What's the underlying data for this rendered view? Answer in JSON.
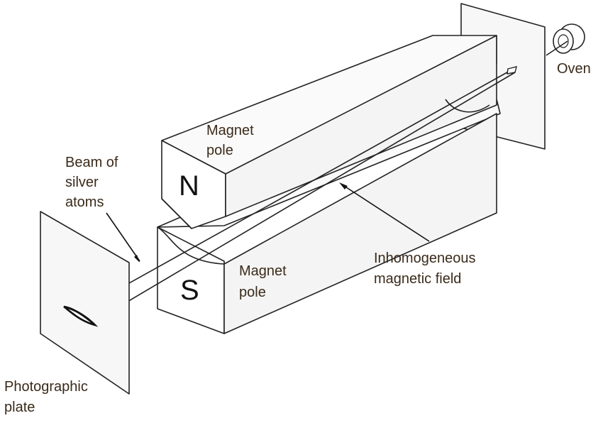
{
  "labels": {
    "north_pole_letter": "N",
    "south_pole_letter": "S",
    "top_magnet_line1": "Magnet",
    "top_magnet_line2": "pole",
    "bottom_magnet_line1": "Magnet",
    "bottom_magnet_line2": "pole",
    "beam_line1": "Beam of",
    "beam_line2": "silver",
    "beam_line3": "atoms",
    "field_line1": "Inhomogeneous",
    "field_line2": "magnetic field",
    "oven": "Oven",
    "plate_line1": "Photographic",
    "plate_line2": "plate"
  },
  "colors": {
    "outline": "#222222",
    "face_light": "#ffffff",
    "face_shade": "#f4f4f4",
    "label_text": "#3a2a1a"
  }
}
